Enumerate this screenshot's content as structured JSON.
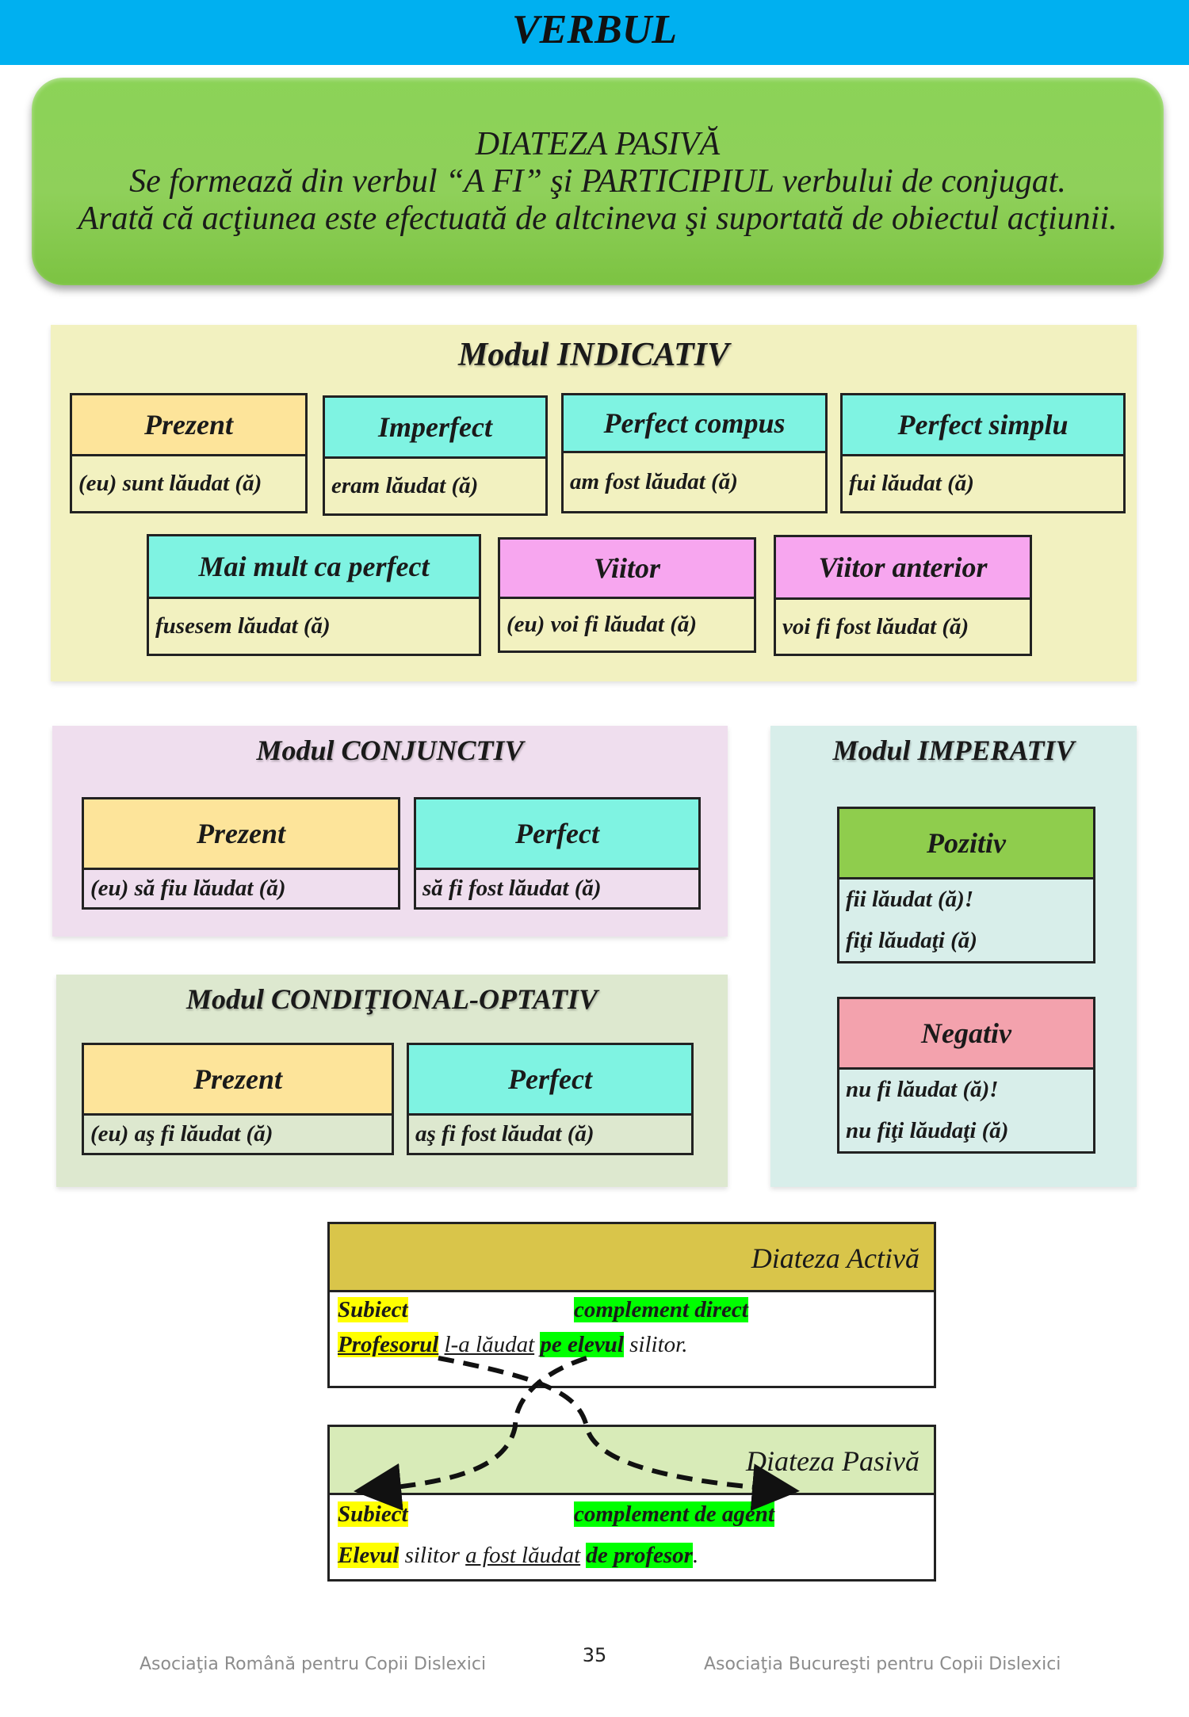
{
  "header": {
    "title": "VERBUL"
  },
  "banner": {
    "line1": "DIATEZA PASIVĂ",
    "line2": "Se formează din verbul  “A FI” şi PARTICIPIUL verbului de conjugat.",
    "line3": "Arată că acţiunea este efectuată de altcineva şi suportată de obiectul acţiunii."
  },
  "indicativ": {
    "title": "Modul INDICATIV",
    "tenses": [
      {
        "name": "Prezent",
        "form": "(eu) sunt lăudat (ă)"
      },
      {
        "name": "Imperfect",
        "form": "eram lăudat (ă)"
      },
      {
        "name": "Perfect compus",
        "form": "am fost lăudat (ă)"
      },
      {
        "name": "Perfect simplu",
        "form": "fui lăudat (ă)"
      },
      {
        "name": "Mai mult ca perfect",
        "form": "fusesem lăudat (ă)"
      },
      {
        "name": "Viitor",
        "form": "(eu) voi fi lăudat (ă)"
      },
      {
        "name": "Viitor anterior",
        "form": "voi fi fost lăudat (ă)"
      }
    ]
  },
  "conjunctiv": {
    "title": "Modul CONJUNCTIV",
    "tenses": [
      {
        "name": "Prezent",
        "form": "(eu) să fiu lăudat (ă)"
      },
      {
        "name": "Perfect",
        "form": "să fi fost lăudat (ă)"
      }
    ]
  },
  "conditional": {
    "title": "Modul CONDIŢIONAL-OPTATIV",
    "tenses": [
      {
        "name": "Prezent",
        "form": "(eu) aş fi lăudat (ă)"
      },
      {
        "name": "Perfect",
        "form": "aş fi fost lăudat (ă)"
      }
    ]
  },
  "imperativ": {
    "title": "Modul IMPERATIV",
    "pozitiv": {
      "name": "Pozitiv",
      "forms": [
        "fii lăudat (ă)!",
        "fiţi lăudaţi (ă)"
      ]
    },
    "negativ": {
      "name": "Negativ",
      "forms": [
        "nu fi lăudat (ă)!",
        "nu fiţi lăudaţi (ă)"
      ]
    }
  },
  "active": {
    "title": "Diateza Activă",
    "label_subject": "Subiect",
    "label_object": "complement direct",
    "sentence": {
      "subject": "Profesorul",
      "space1": " ",
      "verb": "l-a lăudat",
      "space2": " ",
      "object": "pe elevul",
      "rest": " silitor."
    }
  },
  "passive": {
    "title": "Diateza Pasivă",
    "label_subject": "Subiect",
    "label_agent": "complement de agent",
    "sentence": {
      "subject": "Elevul",
      "mid": " silitor ",
      "verb": "a fost lăudat",
      "space": " ",
      "agent": "de profesor",
      "end": "."
    }
  },
  "footer": {
    "left": "Asociaţia Română pentru Copii Dislexici",
    "page": "35",
    "right": "Asociaţia Bucureşti pentru Copii Dislexici"
  },
  "colors": {
    "title_bar": "#00b0f0",
    "banner": "#8fd05a",
    "indicativ_bg": "#f2f1c0",
    "conjunctiv_bg": "#efdeee",
    "conditional_bg": "#dde8cf",
    "imperativ_bg": "#d8eeea",
    "highlight_yellow": "#ffff00",
    "highlight_green": "#00ff00"
  }
}
